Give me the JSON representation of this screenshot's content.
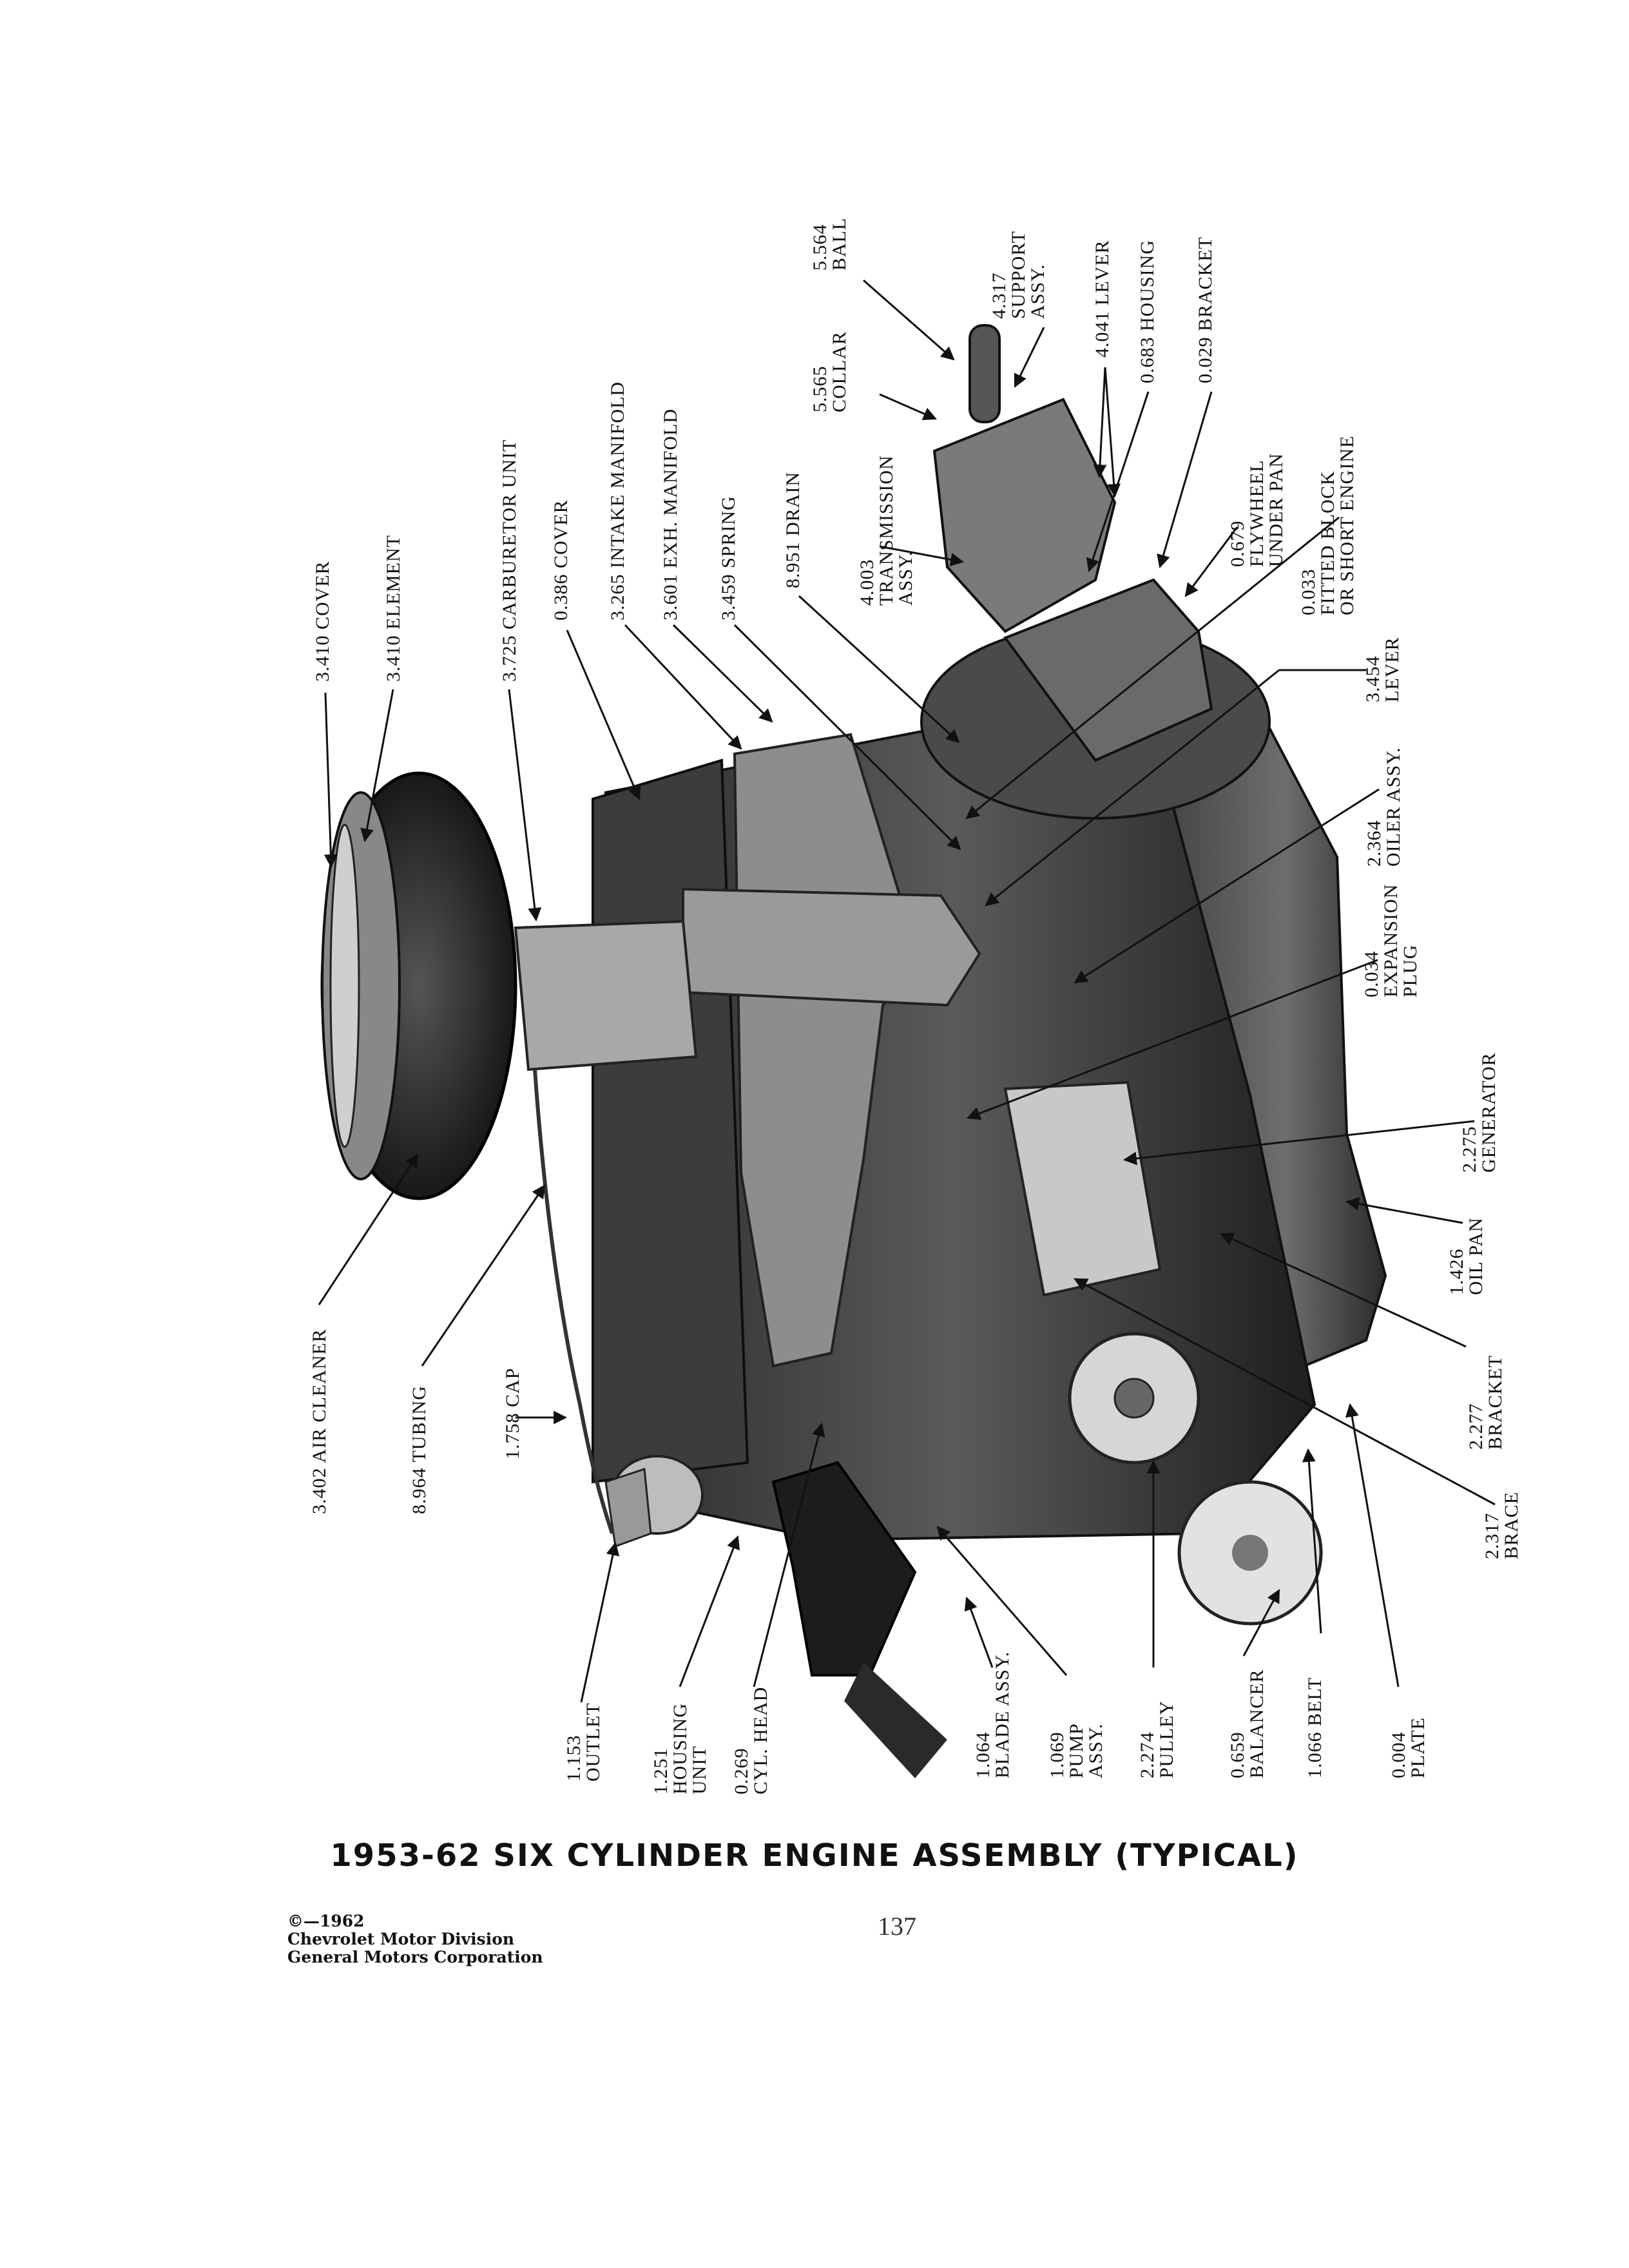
{
  "caption": "1953-62 SIX CYLINDER ENGINE ASSEMBLY (TYPICAL)",
  "page_number": "137",
  "copyright": {
    "line1": "©—1962",
    "line2": "Chevrolet Motor Division",
    "line3": "General Motors Corporation"
  },
  "callouts": [
    {
      "id": "cover-3410",
      "lines": [
        "3.410 COVER"
      ]
    },
    {
      "id": "element-3410",
      "lines": [
        "3.410 ELEMENT"
      ]
    },
    {
      "id": "carburetor-unit",
      "lines": [
        "3.725 CARBURETOR UNIT"
      ]
    },
    {
      "id": "cover-0386",
      "lines": [
        "0.386 COVER"
      ]
    },
    {
      "id": "intake-manifold",
      "lines": [
        "3.265 INTAKE MANIFOLD"
      ]
    },
    {
      "id": "exh-manifold",
      "lines": [
        "3.601 EXH. MANIFOLD"
      ]
    },
    {
      "id": "spring",
      "lines": [
        "3.459 SPRING"
      ]
    },
    {
      "id": "drain",
      "lines": [
        "8.951 DRAIN"
      ]
    },
    {
      "id": "transmission-assy",
      "lines": [
        "4.003",
        "TRANSMISSION",
        "ASSY."
      ]
    },
    {
      "id": "collar",
      "lines": [
        "5.565",
        "COLLAR"
      ]
    },
    {
      "id": "ball",
      "lines": [
        "5.564",
        "BALL"
      ]
    },
    {
      "id": "support-assy",
      "lines": [
        "4.317",
        "SUPPORT",
        "ASSY."
      ]
    },
    {
      "id": "lever-4041",
      "lines": [
        "4.041 LEVER"
      ]
    },
    {
      "id": "housing-0683",
      "lines": [
        "0.683 HOUSING"
      ]
    },
    {
      "id": "bracket-0029",
      "lines": [
        "0.029 BRACKET"
      ]
    },
    {
      "id": "flywheel-under-pan",
      "lines": [
        "0.679",
        "FLYWHEEL",
        "UNDER PAN"
      ]
    },
    {
      "id": "fitted-block",
      "lines": [
        "0.033",
        "FITTED BLOCK",
        "OR SHORT ENGINE"
      ]
    },
    {
      "id": "lever-3454",
      "lines": [
        "3.454",
        "LEVER"
      ]
    },
    {
      "id": "oiler-assy",
      "lines": [
        "2.364",
        "OILER ASSY."
      ]
    },
    {
      "id": "expansion-plug",
      "lines": [
        "0.034",
        "EXPANSION",
        "PLUG"
      ]
    },
    {
      "id": "generator",
      "lines": [
        "2.275",
        "GENERATOR"
      ]
    },
    {
      "id": "oil-pan",
      "lines": [
        "1.426",
        "OIL PAN"
      ]
    },
    {
      "id": "bracket-2277",
      "lines": [
        "2.277",
        "BRACKET"
      ]
    },
    {
      "id": "brace",
      "lines": [
        "2.317",
        "BRACE"
      ]
    },
    {
      "id": "air-cleaner",
      "lines": [
        "3.402 AIR CLEANER"
      ]
    },
    {
      "id": "tubing",
      "lines": [
        "8.964 TUBING"
      ]
    },
    {
      "id": "cap",
      "lines": [
        "1.758 CAP"
      ]
    },
    {
      "id": "outlet",
      "lines": [
        "1.153",
        "OUTLET"
      ]
    },
    {
      "id": "housing-unit",
      "lines": [
        "1.251",
        "HOUSING",
        "UNIT"
      ]
    },
    {
      "id": "cyl-head",
      "lines": [
        "0.269",
        "CYL. HEAD"
      ]
    },
    {
      "id": "blade-assy",
      "lines": [
        "1.064",
        "BLADE ASSY."
      ]
    },
    {
      "id": "pump-assy",
      "lines": [
        "1.069",
        "PUMP",
        "ASSY."
      ]
    },
    {
      "id": "pulley",
      "lines": [
        "2.274",
        "PULLEY"
      ]
    },
    {
      "id": "balancer",
      "lines": [
        "0.659",
        "BALANCER"
      ]
    },
    {
      "id": "belt",
      "lines": [
        "1.066 BELT"
      ]
    },
    {
      "id": "plate",
      "lines": [
        "0.004",
        "PLATE"
      ]
    }
  ]
}
